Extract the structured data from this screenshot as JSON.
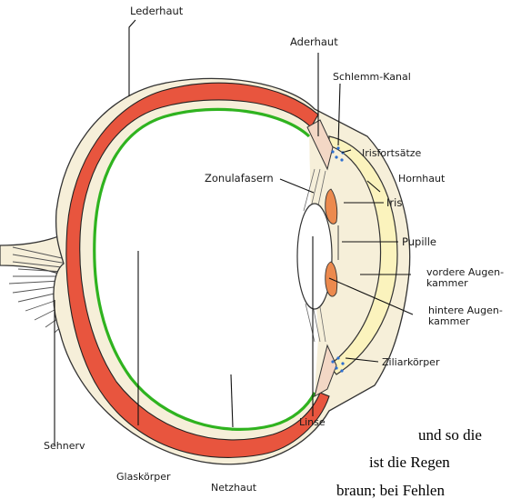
{
  "labels": {
    "lederhaut": "Lederhaut",
    "aderhaut": "Aderhaut",
    "schlemm_kanal": "Schlemm-Kanal",
    "irisfortsaetze": "Irisfortsätze",
    "zonulafasern": "Zonulafasern",
    "hornhaut": "Hornhaut",
    "iris": "Iris",
    "pupille": "Pupille",
    "vordere_augenkammer_1": "vordere Augen-",
    "vordere_augenkammer_2": "kammer",
    "hintere_augenkammer_1": "hintere Augen-",
    "hintere_augenkammer_2": "kammer",
    "ziliarkoerper": "Ziliarkörper",
    "linse": "Linse",
    "sehnerv": "Sehnerv",
    "glaskoerper": "Glaskörper",
    "netzhaut": "Netzhaut"
  },
  "body_text": {
    "line1": "und so die",
    "line2": "ist die Regen",
    "line3": "braun; bei Fehlen"
  },
  "colors": {
    "sclera": "#f6efd9",
    "choroid": "#e8553e",
    "retina": "#2fb31f",
    "cornea": "#fbf3bd",
    "iris": "#ec8a4e",
    "lens": "#ffffff",
    "canal": "#2d6fd0"
  }
}
